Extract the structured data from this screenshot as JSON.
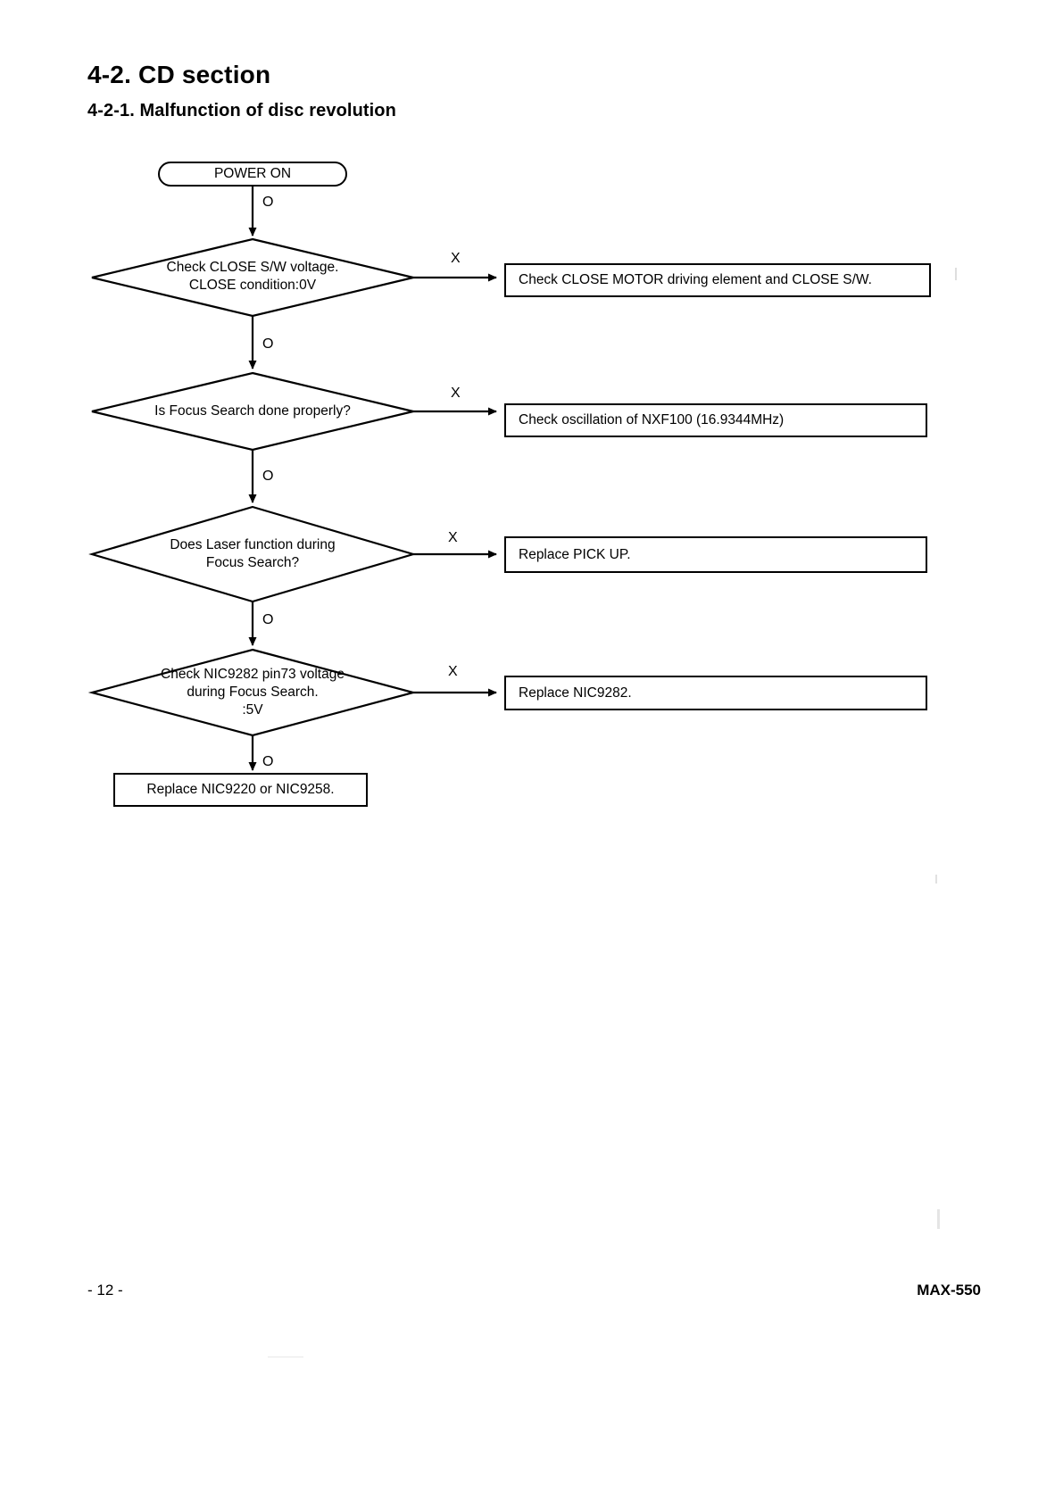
{
  "document": {
    "section_title": "4-2. CD section",
    "subsection_title": "4-2-1. Malfunction of disc revolution",
    "page_number": "- 12 -",
    "model": "MAX-550"
  },
  "chart_data": {
    "type": "flowchart",
    "title": "4-2-1. Malfunction of disc revolution",
    "branch_labels": {
      "yes": "O",
      "no": "X"
    },
    "nodes": [
      {
        "id": "start",
        "shape": "terminator",
        "text": "POWER ON"
      },
      {
        "id": "d1",
        "shape": "decision",
        "text": "Check CLOSE S/W voltage.\nCLOSE condition:0V"
      },
      {
        "id": "a1",
        "shape": "process",
        "text": "Check CLOSE MOTOR driving element and CLOSE S/W."
      },
      {
        "id": "d2",
        "shape": "decision",
        "text": "Is Focus Search done properly?"
      },
      {
        "id": "a2",
        "shape": "process",
        "text": "Check oscillation of NXF100 (16.9344MHz)"
      },
      {
        "id": "d3",
        "shape": "decision",
        "text": "Does Laser function during\nFocus Search?"
      },
      {
        "id": "a3",
        "shape": "process",
        "text": "Replace PICK UP."
      },
      {
        "id": "d4",
        "shape": "decision",
        "text": "Check NIC9282 pin73 voltage\nduring Focus Search.\n:5V"
      },
      {
        "id": "a4",
        "shape": "process",
        "text": "Replace NIC9282."
      },
      {
        "id": "end",
        "shape": "process",
        "text": "Replace NIC9220 or NIC9258."
      }
    ],
    "edges": [
      {
        "from": "start",
        "to": "d1",
        "label": "O"
      },
      {
        "from": "d1",
        "to": "a1",
        "label": "X"
      },
      {
        "from": "d1",
        "to": "d2",
        "label": "O"
      },
      {
        "from": "d2",
        "to": "a2",
        "label": "X"
      },
      {
        "from": "d2",
        "to": "d3",
        "label": "O"
      },
      {
        "from": "d3",
        "to": "a3",
        "label": "X"
      },
      {
        "from": "d3",
        "to": "d4",
        "label": "O"
      },
      {
        "from": "d4",
        "to": "a4",
        "label": "X"
      },
      {
        "from": "d4",
        "to": "end",
        "label": "O"
      }
    ]
  }
}
